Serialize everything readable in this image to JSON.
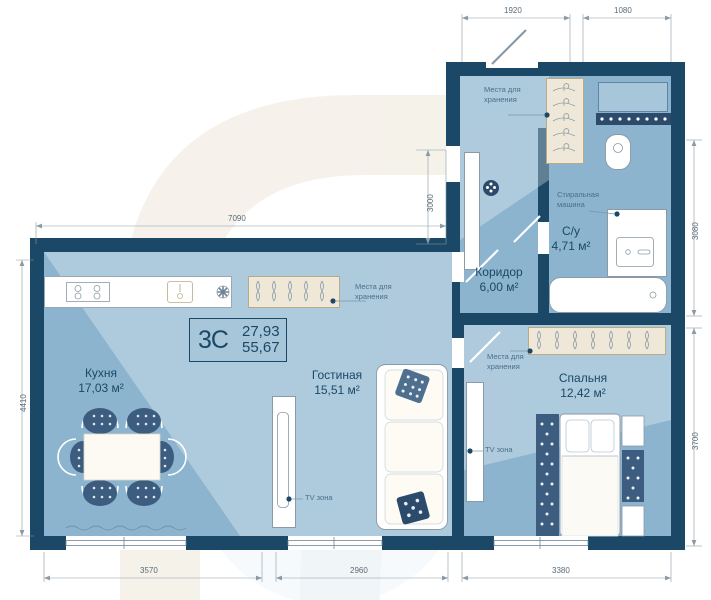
{
  "plan": {
    "title": "Floor plan - 3-room apartment",
    "badge": {
      "type": "3С",
      "area_living": "27,93",
      "area_total": "55,67"
    },
    "colors": {
      "wall": "#1a4866",
      "room_fill": "#8cb4ce",
      "room_fill_light": "#a8c6da",
      "furniture_line": "#8a9aa6",
      "storage_fill": "#f4eedf",
      "text": "#1a4866",
      "dim_text": "#5a6b77",
      "accent_pattern": "#3c5d80"
    },
    "rooms": [
      {
        "id": "kitchen",
        "name": "Кухня",
        "area": "17,03 м²"
      },
      {
        "id": "living",
        "name": "Гостиная",
        "area": "15,51 м²"
      },
      {
        "id": "corridor",
        "name": "Коридор",
        "area": "6,00 м²"
      },
      {
        "id": "bathroom",
        "name": "С/у",
        "area": "4,71 м²"
      },
      {
        "id": "bedroom",
        "name": "Спальня",
        "area": "12,42 м²"
      }
    ],
    "annotations": [
      {
        "id": "storage-hall",
        "line1": "Места для",
        "line2": "хранения"
      },
      {
        "id": "storage-kitchen",
        "line1": "Места для",
        "line2": "хранения"
      },
      {
        "id": "storage-bedroom",
        "line1": "Места для",
        "line2": "хранения"
      },
      {
        "id": "washing-machine",
        "line1": "Стиральная",
        "line2": "машина"
      },
      {
        "id": "tv-zone-living",
        "line1": "TV зона",
        "line2": ""
      },
      {
        "id": "tv-zone-bedroom",
        "line1": "TV зона",
        "line2": ""
      }
    ],
    "dimensions": {
      "top": [
        {
          "id": "dim-top-1920",
          "value": "1920"
        },
        {
          "id": "dim-top-1080",
          "value": "1080"
        }
      ],
      "upper_left": [
        {
          "id": "dim-7090",
          "value": "7090"
        }
      ],
      "interior": [
        {
          "id": "dim-3000",
          "value": "3000"
        }
      ],
      "left": [
        {
          "id": "dim-4410",
          "value": "4410"
        }
      ],
      "right": [
        {
          "id": "dim-3080",
          "value": "3080"
        },
        {
          "id": "dim-3700",
          "value": "3700"
        }
      ],
      "bottom": [
        {
          "id": "dim-3570",
          "value": "3570"
        },
        {
          "id": "dim-2960",
          "value": "2960"
        },
        {
          "id": "dim-3380",
          "value": "3380"
        }
      ]
    },
    "fixtures": [
      {
        "id": "stove",
        "label": "stove-icon"
      },
      {
        "id": "sink",
        "label": "sink-icon"
      },
      {
        "id": "appliance",
        "label": "appliance-icon"
      },
      {
        "id": "toilet",
        "label": "toilet-icon"
      },
      {
        "id": "bathtub",
        "label": "bathtub-icon"
      },
      {
        "id": "washbasin",
        "label": "washbasin-icon"
      },
      {
        "id": "dining-set",
        "label": "dining-table-icon"
      },
      {
        "id": "sofa",
        "label": "sofa-icon"
      },
      {
        "id": "bed",
        "label": "bed-icon"
      }
    ]
  }
}
